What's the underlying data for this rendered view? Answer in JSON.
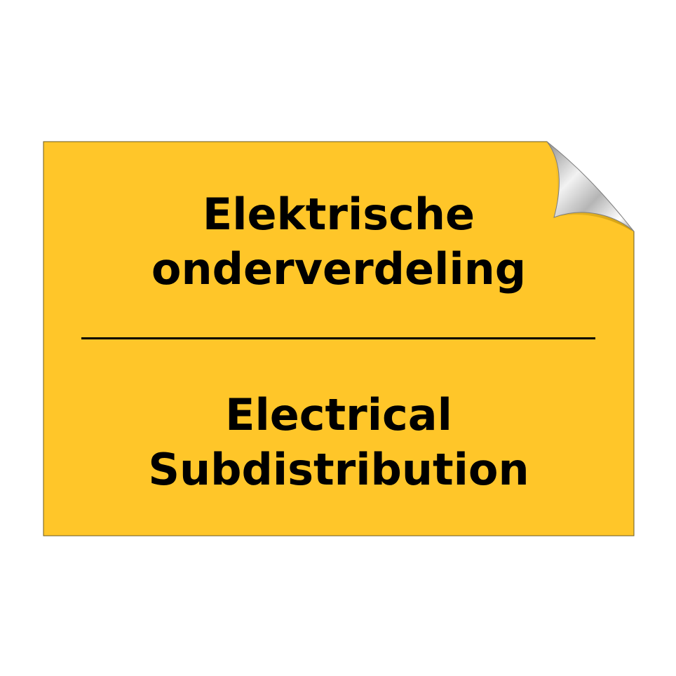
{
  "sign": {
    "background_color": "#FFC629",
    "border_color": "#6b5a1e",
    "text_color": "#000000",
    "dutch": {
      "line1": "Elektrische",
      "line2": "onderverdeling"
    },
    "english": {
      "line1": "Electrical",
      "line2": "Subdistribution"
    },
    "corner_icon": "peeling-corner-icon"
  }
}
